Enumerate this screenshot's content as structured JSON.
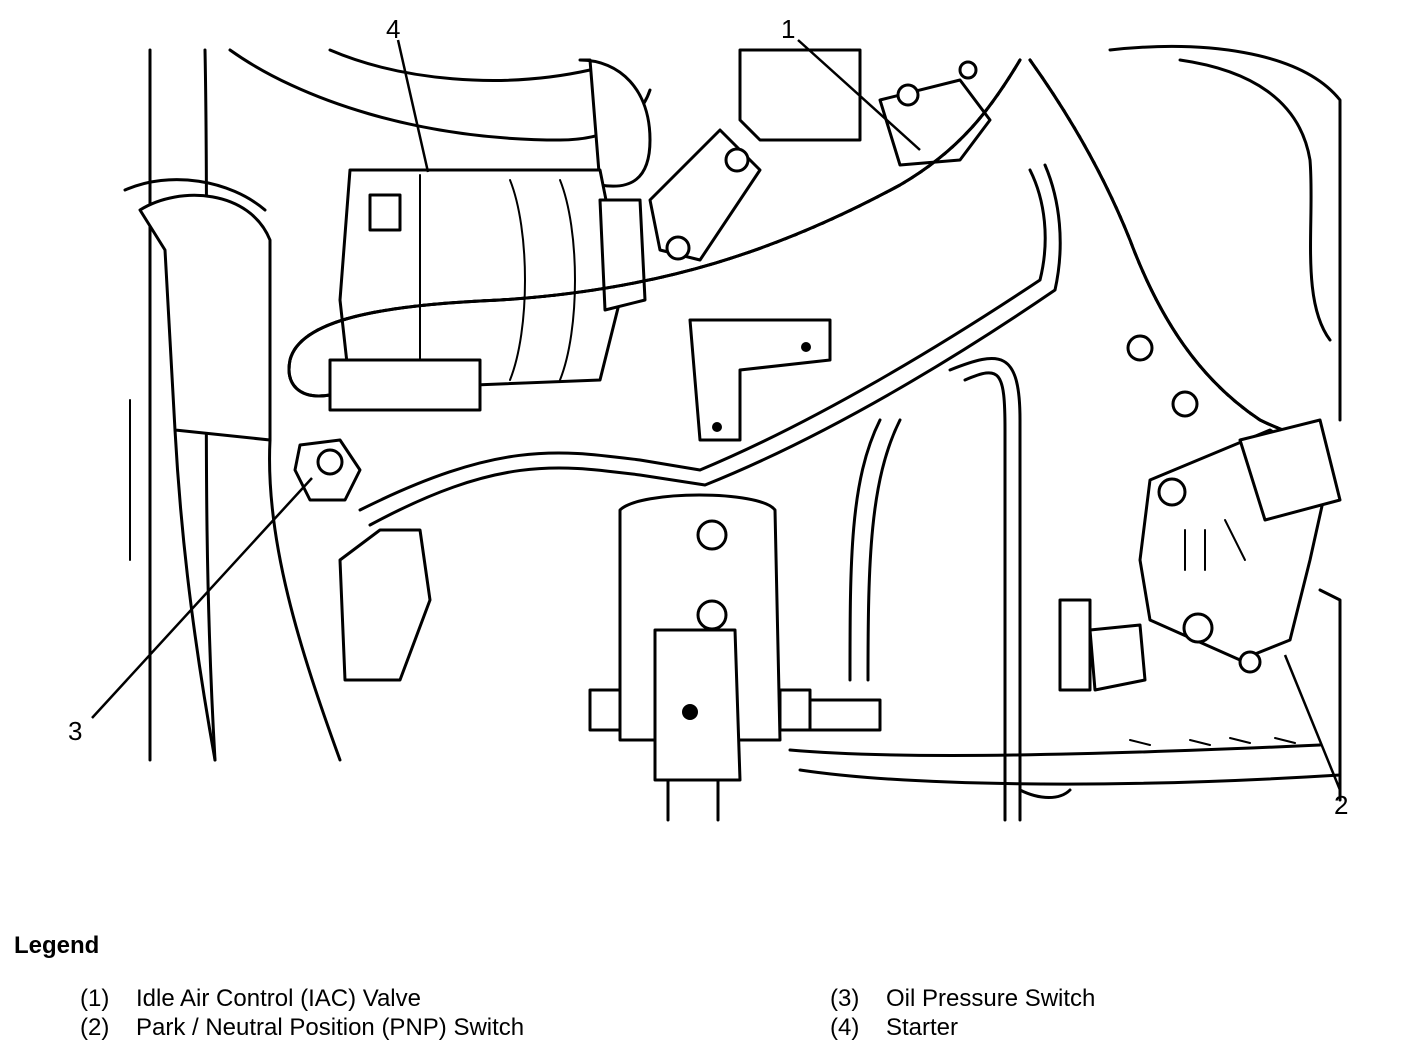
{
  "callouts": [
    {
      "id": "1",
      "label": "1"
    },
    {
      "id": "2",
      "label": "2"
    },
    {
      "id": "3",
      "label": "3"
    },
    {
      "id": "4",
      "label": "4"
    }
  ],
  "legend": {
    "title": "Legend",
    "items": [
      {
        "number": "(1)",
        "text": "Idle Air Control (IAC) Valve"
      },
      {
        "number": "(2)",
        "text": "Park / Neutral Position (PNP) Switch"
      },
      {
        "number": "(3)",
        "text": "Oil Pressure Switch"
      },
      {
        "number": "(4)",
        "text": "Starter"
      }
    ]
  }
}
